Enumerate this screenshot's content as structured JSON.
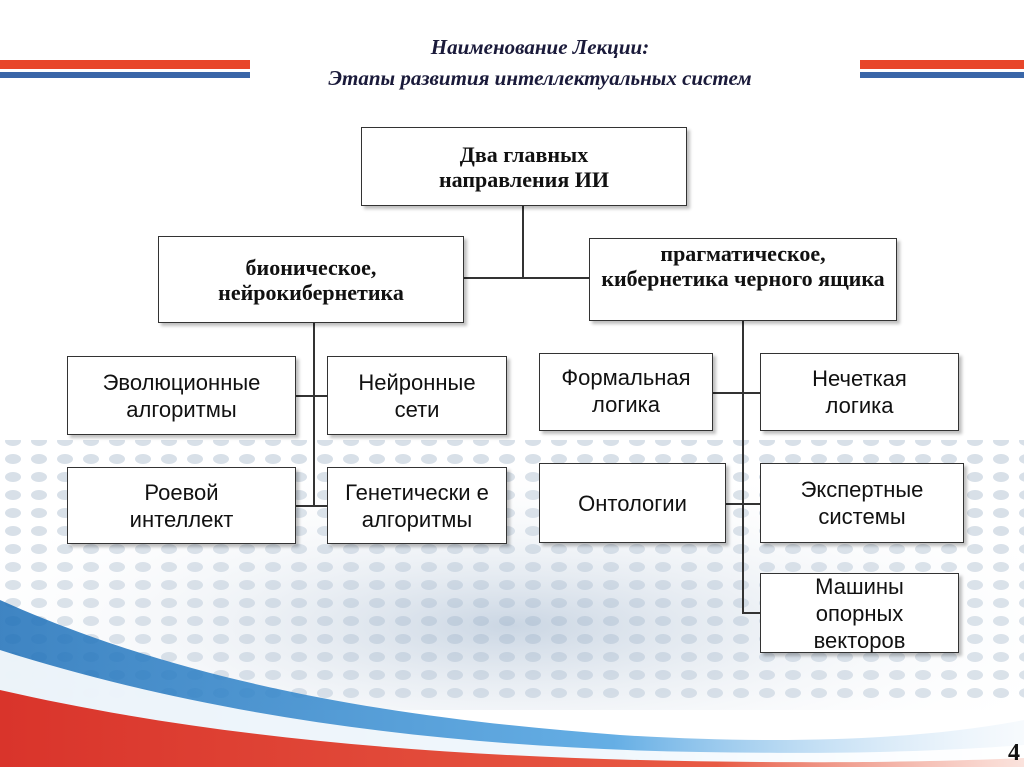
{
  "slide": {
    "title_line1": "Наименование Лекции:",
    "title_line2": "Этапы развития интеллектуальных систем",
    "page_number": "4"
  },
  "diagram": {
    "root": "Два главных направления ИИ",
    "left_branch": "бионическое, нейрокибернетика",
    "right_branch": "прагматическое, кибернетика черного ящика",
    "left_children": [
      "Эволюционные алгоритмы",
      "Нейронные сети",
      "Роевой интеллект",
      "Генетически е алгоритмы"
    ],
    "right_children": [
      "Формальная логика",
      "Нечеткая логика",
      "Онтологии",
      "Экспертные системы",
      "Машины опорных векторов"
    ]
  },
  "colors": {
    "stripe_red": "#e8462a",
    "stripe_blue": "#3a66a8",
    "wave_blue": "#2f7fc4",
    "wave_red": "#d9342b"
  }
}
